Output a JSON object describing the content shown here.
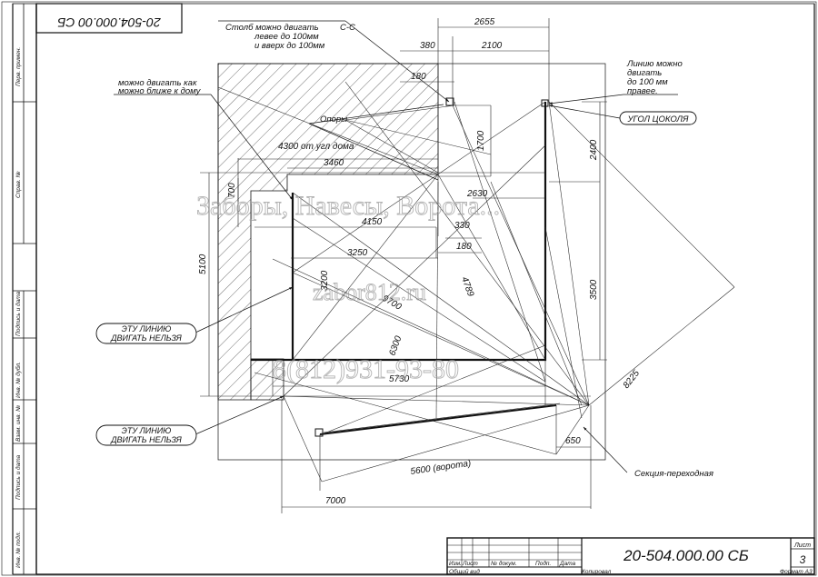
{
  "title_block": {
    "code_main": "20-504.000.00 СБ",
    "code_rotated": "20-504.000.00 СБ",
    "sheet_label": "Лист",
    "sheet_number": "3",
    "columns": [
      "Изм.",
      "Лист",
      "№ докум.",
      "Подп.",
      "Дата"
    ],
    "footer_view": "Общий вид",
    "footer_copied": "Копировал",
    "footer_format": "Формат А3"
  },
  "side_strip": [
    "Перв. примен.",
    "Справ. №",
    "Подпись и дата",
    "Инв. № дубл.",
    "Взам. инв. №",
    "Подпись и дата",
    "Инв. № подл."
  ],
  "notes": {
    "post_move_1": "Столб можно двигать",
    "post_move_cc": "С-С",
    "post_move_2": "левее до 100мм",
    "post_move_3": "и вверх до 100мм",
    "near_house_1": "можно двигать как",
    "near_house_2": "можно ближе к дому",
    "line_move_1": "Линию можно",
    "line_move_2": "двигать",
    "line_move_3": "до 100 мм",
    "line_move_4": "правее.",
    "supports": "Опоры",
    "plinth_corner": "УГОЛ ЦОКОЛЯ",
    "no_move_1a": "ЭТУ ЛИНИЮ",
    "no_move_1b": "ДВИГАТЬ НЕЛЬЗЯ",
    "no_move_2a": "ЭТУ ЛИНИЮ",
    "no_move_2b": "ДВИГАТЬ НЕЛЬЗЯ",
    "transition": "Секция-переходная"
  },
  "dimensions": {
    "d2655": "2655",
    "d380": "380",
    "d2100": "2100",
    "d180a": "180",
    "d1700": "1700",
    "d2400": "2400",
    "d4300": "4300 от угл дома",
    "d3460": "3460",
    "d700": "700",
    "d2630": "2630",
    "d4150": "4150",
    "d330": "330",
    "d180b": "180",
    "d3250": "3250",
    "d5100": "5100",
    "d3500": "3500",
    "d3200": "3200",
    "d4789": "4789",
    "d9700": "9700",
    "d6300": "6300",
    "d5730": "5730",
    "d8225": "8225",
    "d650": "650",
    "d5600": "5600 (ворота)",
    "d7000": "7000"
  },
  "watermark": {
    "line1": "Заборы, Навесы, Ворота...",
    "line2": "zabor812.ru",
    "line3": "8(812)931-93-80"
  }
}
